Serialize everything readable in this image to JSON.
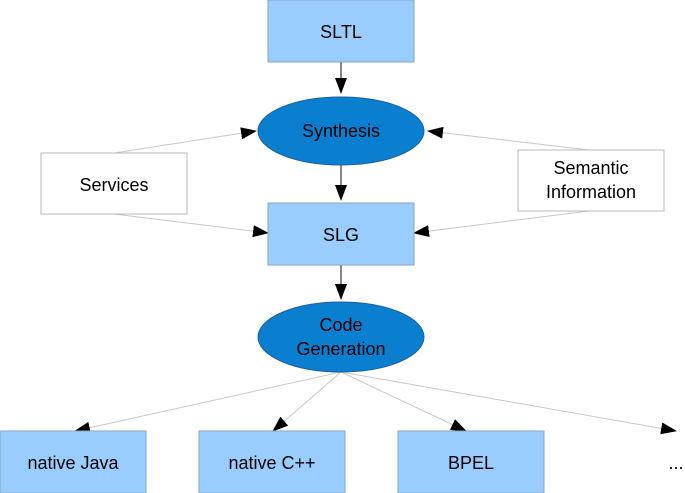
{
  "nodes": {
    "sltl": "SLTL",
    "synthesis": "Synthesis",
    "services": "Services",
    "semantic_line1": "Semantic",
    "semantic_line2": "Information",
    "slg": "SLG",
    "codegen_line1": "Code",
    "codegen_line2": "Generation",
    "java": "native Java",
    "cpp": "native C++",
    "bpel": "BPEL",
    "more": "..."
  },
  "colors": {
    "box_fill": "#99ccff",
    "ellipse_fill": "#0a7fd0",
    "arrow": "#000000"
  }
}
